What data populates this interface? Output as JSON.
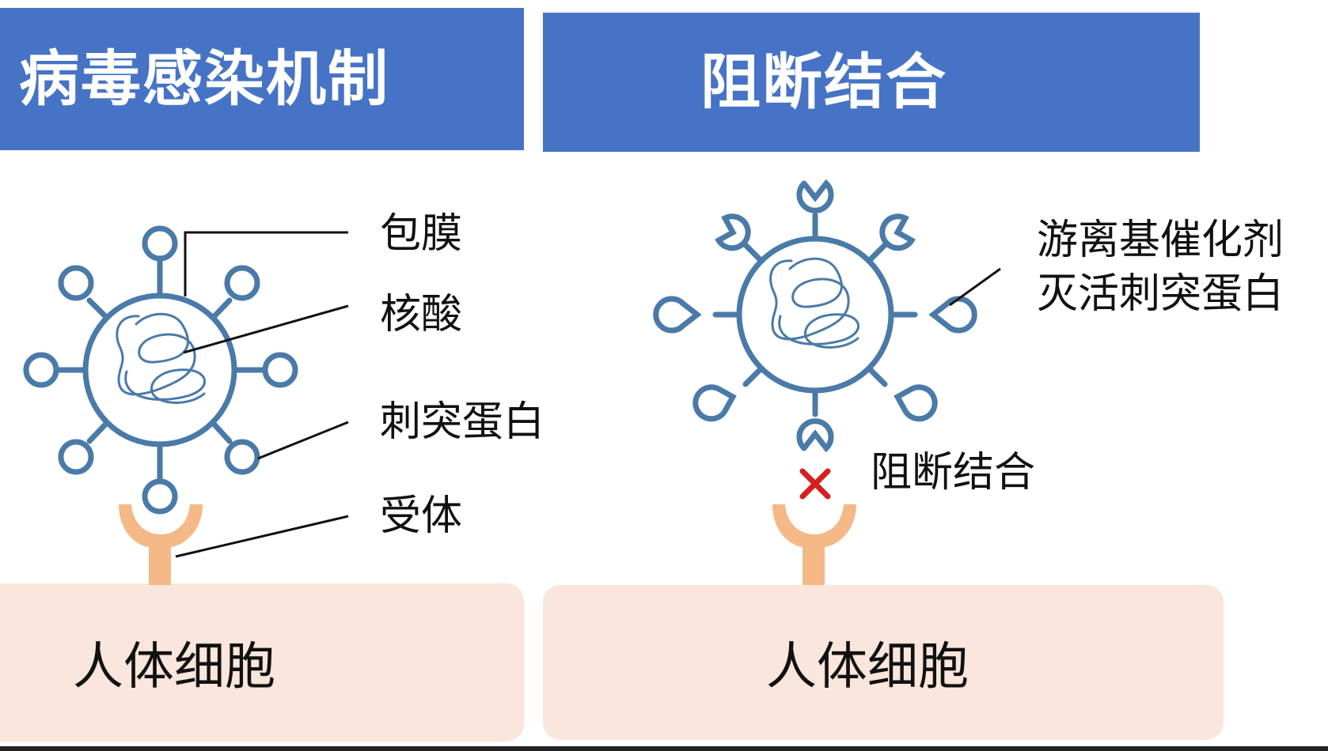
{
  "left_panel": {
    "title": "病毒感染机制",
    "labels": {
      "envelope": "包膜",
      "nucleic_acid": "核酸",
      "spike_protein": "刺突蛋白",
      "receptor": "受体"
    },
    "cell": "人体细胞"
  },
  "right_panel": {
    "title": "阻断结合",
    "catalyst_line1": "游离基催化剂",
    "catalyst_line2": "灭活刺突蛋白",
    "block_label": "阻断结合",
    "cell": "人体细胞"
  },
  "colors": {
    "banner": "#4673c5",
    "virus": "#4a7aa8",
    "receptor": "#f5b887",
    "cell": "#fae6dc",
    "block_mark": "#d42020"
  }
}
